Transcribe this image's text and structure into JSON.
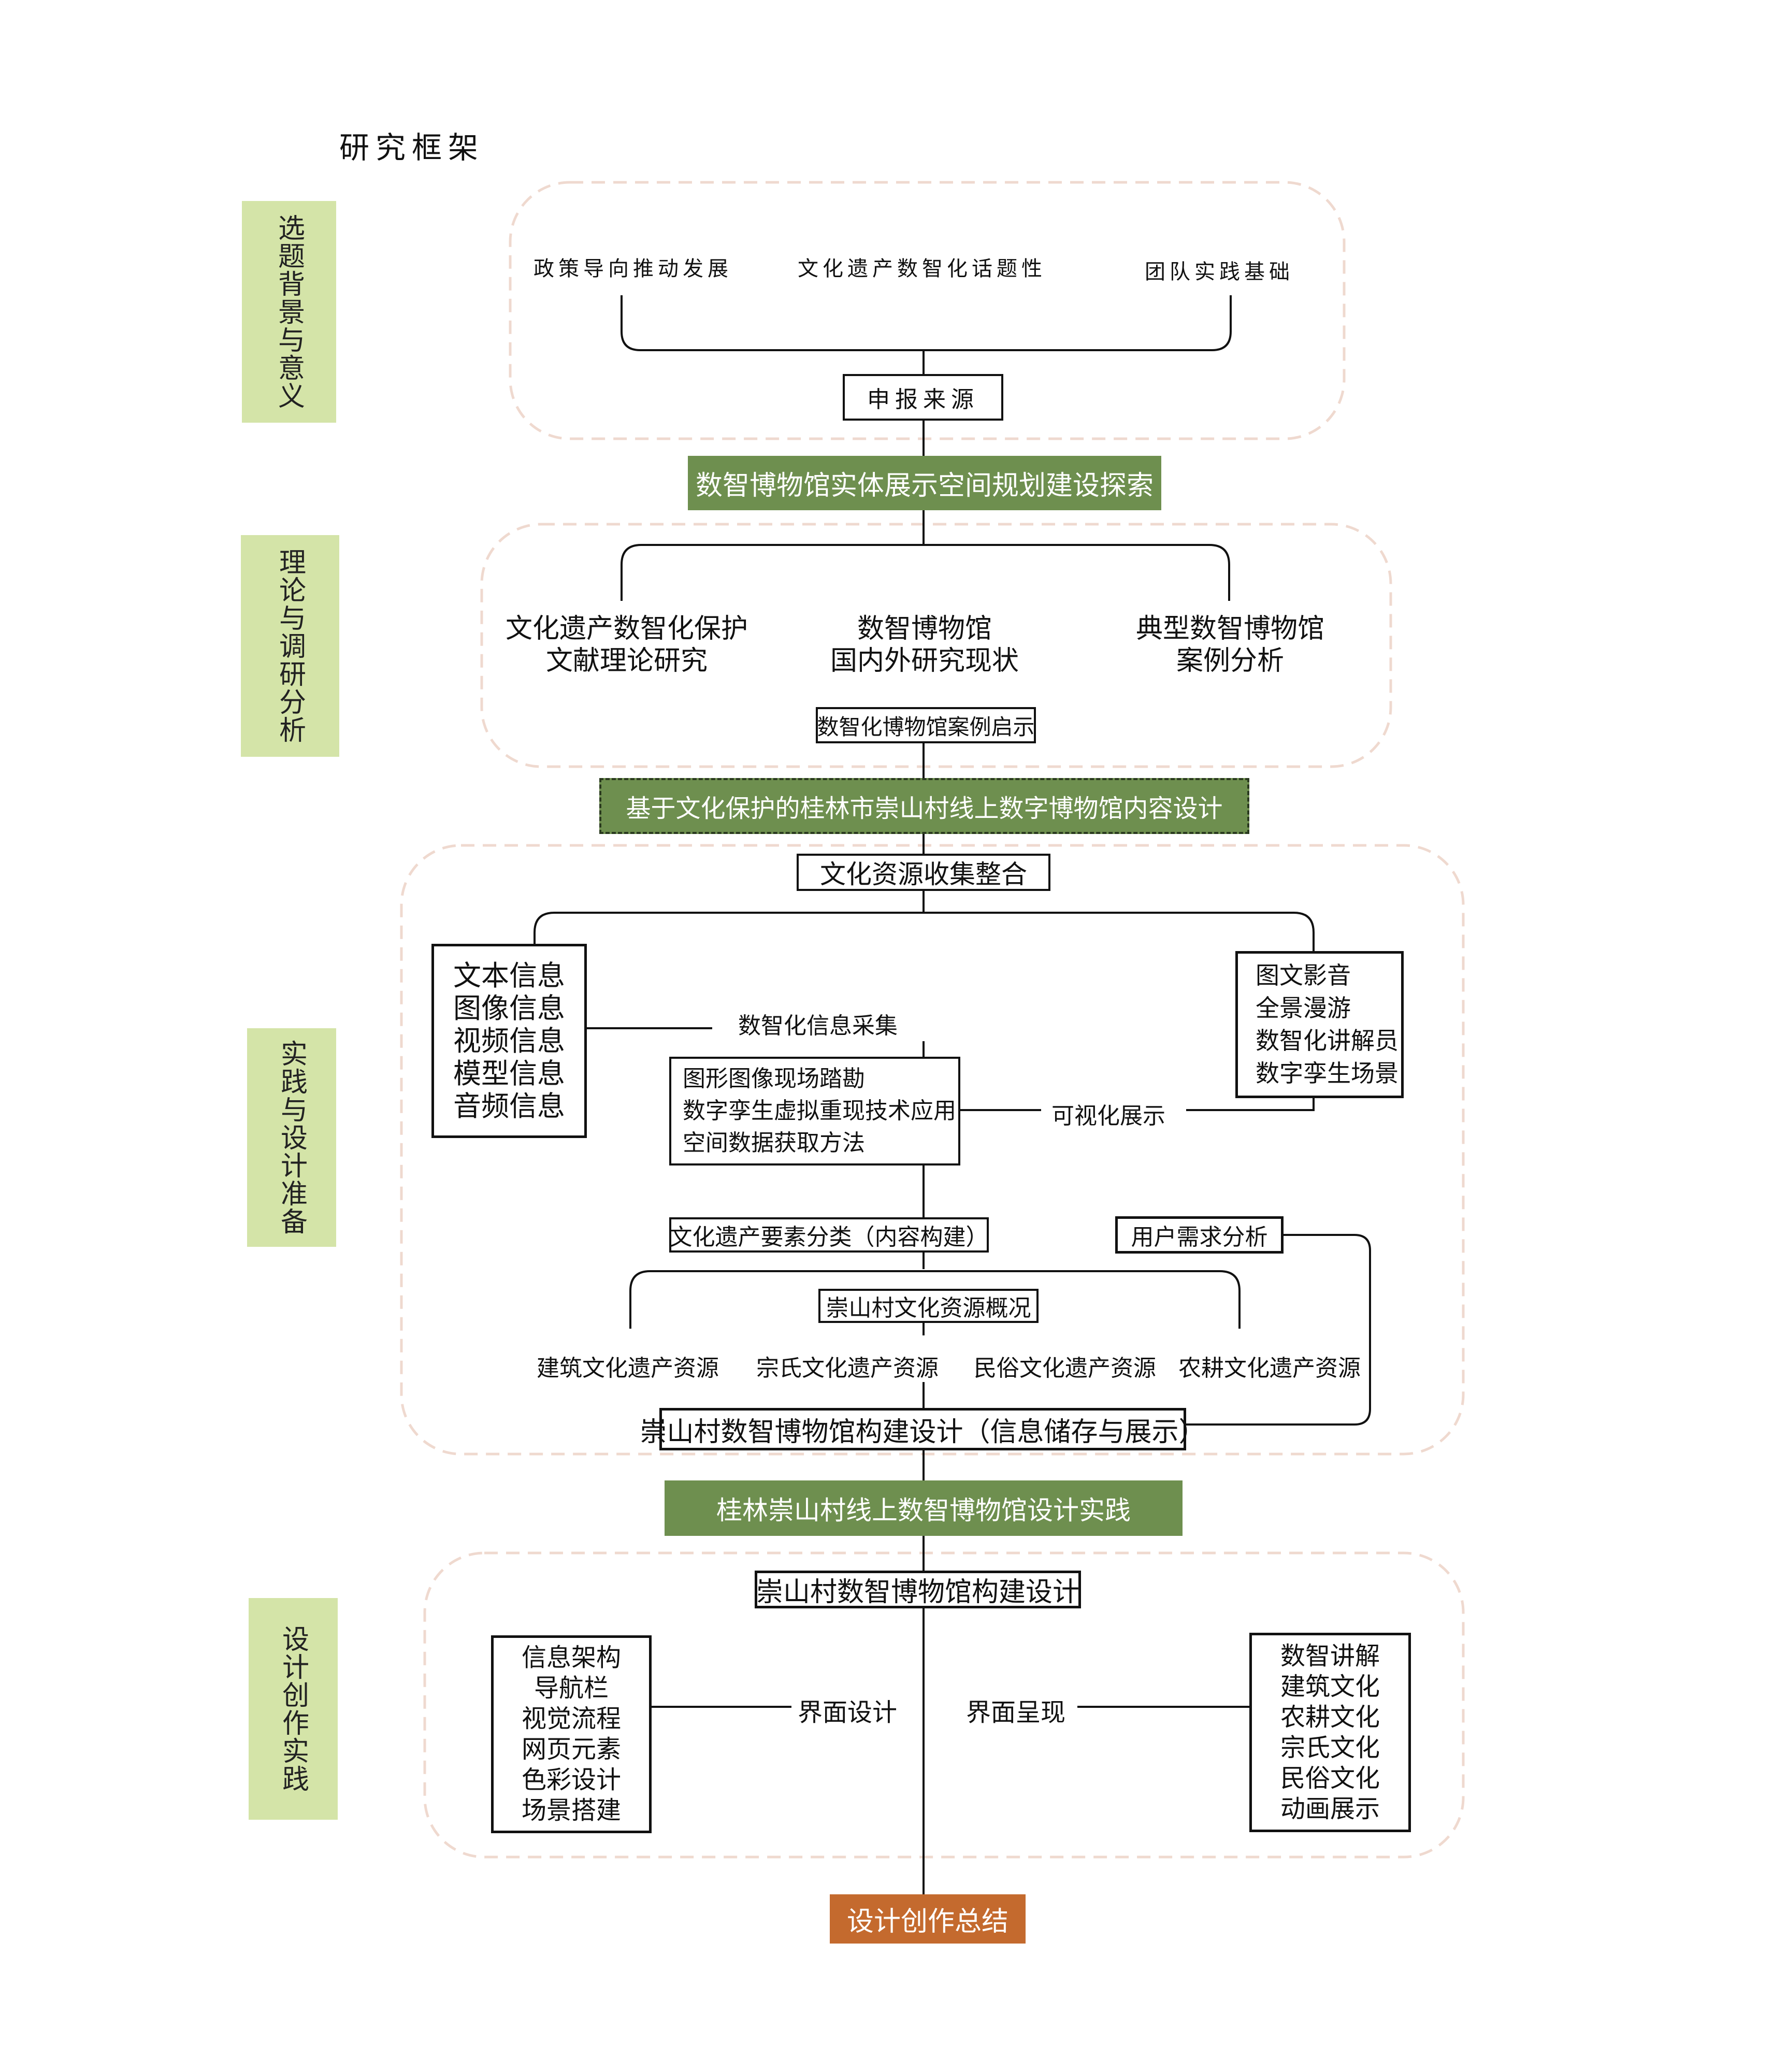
{
  "title": "研究框架",
  "sections": {
    "s1": "选题背景与意义",
    "s2": "理论与调研分析",
    "s3": "实践与设计准备",
    "s4": "设计创作实践"
  },
  "stage1": {
    "topics": [
      "政策导向推动发展",
      "文化遗产数智化话题性",
      "团队实践基础"
    ],
    "source": "申报来源",
    "banner": "数智博物馆实体展示空间规划建设探索"
  },
  "stage2": {
    "col1": [
      "文化遗产数智化保护",
      "文献理论研究"
    ],
    "col2": [
      "数智博物馆",
      "国内外研究现状"
    ],
    "col3": [
      "典型数智博物馆",
      "案例分析"
    ],
    "insight": "数智化博物馆案例启示",
    "banner": "基于文化保护的桂林市崇山村线上数字博物馆内容设计"
  },
  "stage3": {
    "collect": "文化资源收集整合",
    "info_types": [
      "文本信息",
      "图像信息",
      "视频信息",
      "模型信息",
      "音频信息"
    ],
    "digitize_label": "数智化信息采集",
    "methods": [
      "图形图像现场踏勘",
      "数字孪生虚拟重现技术应用",
      "空间数据获取方法"
    ],
    "visual_label": "可视化展示",
    "visual_types": [
      "图文影音",
      "全景漫游",
      "数智化讲解员",
      "数字孪生场景"
    ],
    "classify": "文化遗产要素分类（内容构建）",
    "user_needs": "用户需求分析",
    "overview": "崇山村文化资源概况",
    "resources": [
      "建筑文化遗产资源",
      "宗氏文化遗产资源",
      "民俗文化遗产资源",
      "农耕文化遗产资源"
    ],
    "build": "崇山村数智博物馆构建设计（信息储存与展示）",
    "banner": "桂林崇山村线上数智博物馆设计实践"
  },
  "stage4": {
    "build": "崇山村数智博物馆构建设计",
    "left_items": [
      "信息架构",
      "导航栏",
      "视觉流程",
      "网页元素",
      "色彩设计",
      "场景搭建"
    ],
    "left_label": "界面设计",
    "right_label": "界面呈现",
    "right_items": [
      "数智讲解",
      "建筑文化",
      "农耕文化",
      "宗氏文化",
      "民俗文化",
      "动画展示"
    ],
    "summary": "设计创作总结"
  }
}
